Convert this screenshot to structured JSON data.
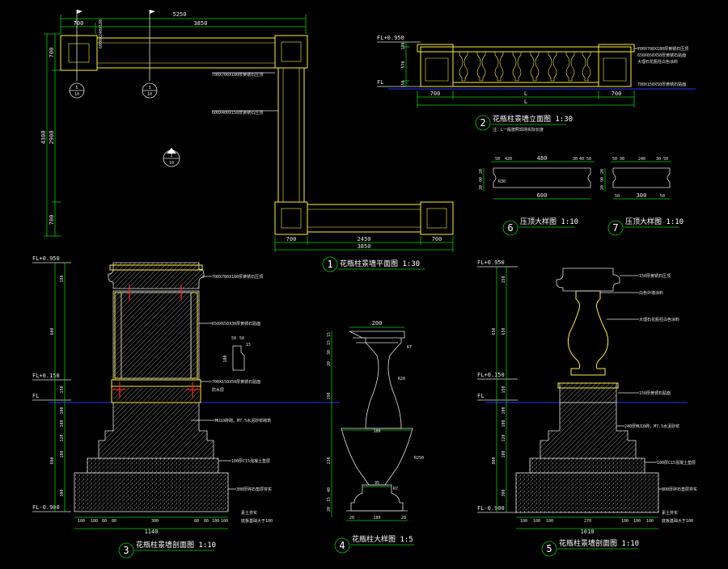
{
  "plan": {
    "dims_top": {
      "total": "5250",
      "a": "700",
      "b": "3850"
    },
    "dims_bottom": {
      "a": "700",
      "b": "2450",
      "c": "700",
      "total": "3850"
    },
    "dims_left": {
      "a": "700",
      "b": "2900",
      "c": "700",
      "total": "4300"
    },
    "annotation_1": "700X700X180厚黄锈石压顶",
    "annotation_2": "600X400X150厚黄锈石压顶",
    "annotation_top": "6000X240X180",
    "title": "花瓶柱景墙平面图 1:30",
    "num": "1",
    "sym_a": {
      "top": "5",
      "bottom": "10"
    },
    "sym_b": {
      "top": "3",
      "bottom": "10"
    },
    "sym_c": {
      "top": "2",
      "bottom": "10"
    }
  },
  "elevation": {
    "fl_top": "FL+0.950",
    "fl_ground": "FL",
    "dims_left": [
      "180",
      "570",
      "150"
    ],
    "dims_bottom": [
      "700",
      "L",
      "700"
    ],
    "dim_total": "L",
    "notes": [
      "700X700X180厚黄锈石压顶",
      "650X650X50厚黄锈石贴面",
      "大理石花瓶柱白色涂料",
      "700X150X50厚黄锈石贴面"
    ],
    "title": "花瓶柱景墙立面图 1:30",
    "num": "2",
    "note_sub": "注：L一般按照现场实际长度"
  },
  "detail6": {
    "dims_top": [
      "50",
      "420",
      "480",
      "30",
      "40",
      "50"
    ],
    "dims_bottom": [
      "600"
    ],
    "dims_left": [
      "20",
      "90",
      "20"
    ],
    "radius": "R30",
    "title": "压顶大样图 1:10",
    "num": "6"
  },
  "detail7": {
    "dims_top": [
      "50",
      "30",
      "240",
      "30",
      "50"
    ],
    "dims_bottom": [
      "50",
      "300",
      "50"
    ],
    "dims_left": [
      "20",
      "90",
      "20"
    ],
    "title": "压顶大样图 1:10",
    "num": "7"
  },
  "section3": {
    "fl_top": "FL+0.950",
    "fl_mid": "FL+0.150",
    "fl_ground": "FL",
    "fl_bottom": "FL-0.900",
    "dims_left_upper": [
      "180",
      "600",
      "150"
    ],
    "dims_left_lower": [
      "100",
      "100",
      "120",
      "100",
      "300"
    ],
    "dims_left_group": "600",
    "dims_bottom": [
      "100",
      "100",
      "80",
      "80",
      "300",
      "80",
      "80",
      "100",
      "100"
    ],
    "dim_bottom_total": "1140",
    "notes": [
      "700X700X180厚黄锈石压顶",
      "650X650X30厚黄锈石贴面",
      "700X150X50厚黄锈石贴面",
      "防水层",
      "MU10砖砌，M7.5水泥砂浆砌筑",
      "100厚C15混凝土垫层",
      "300厚碎石垫层夯实",
      "素土夯实",
      "底板基础大于100"
    ],
    "small_dims": [
      "50",
      "50",
      "100",
      "15"
    ],
    "title": "花瓶柱景墙剖面图 1:10",
    "num": "3"
  },
  "detail4": {
    "dims_top": "200",
    "dims_left": [
      "15",
      "15",
      "30",
      "20",
      "190",
      "230",
      "40",
      "15",
      "20"
    ],
    "dims_mid": "180",
    "dims_mid2": "95",
    "dims_bottom": [
      "20",
      "180",
      "20"
    ],
    "radii": [
      "R7",
      "R20",
      "R250",
      "R7"
    ],
    "title": "花瓶柱大样图 1:5",
    "num": "4"
  },
  "section5": {
    "fl_top": "FL+0.950",
    "fl_mid": "FL+0.150",
    "fl_ground": "FL",
    "fl_bottom": "FL-0.900",
    "dims_left_upper": [
      "150",
      "650",
      "150"
    ],
    "dims_left_lower": [
      "100",
      "100",
      "120",
      "100",
      "300"
    ],
    "dims_left_group": "800",
    "dims_bottom": [
      "100",
      "100",
      "100",
      "270",
      "100",
      "100",
      "100"
    ],
    "dim_bottom_total": "1010",
    "notes": [
      "150厚黄锈石压顶",
      "白色外墙涂料",
      "大理石花瓶柱白色涂料",
      "150厚黄锈石贴面",
      "240厚MU10砖，M7.5水泥砂浆",
      "100厚C15混凝土垫层",
      "300厚碎石垫层夯实",
      "素土夯实",
      "底板基础大于100"
    ],
    "title": "花瓶柱景墙剖面图 1:10",
    "num": "5"
  }
}
